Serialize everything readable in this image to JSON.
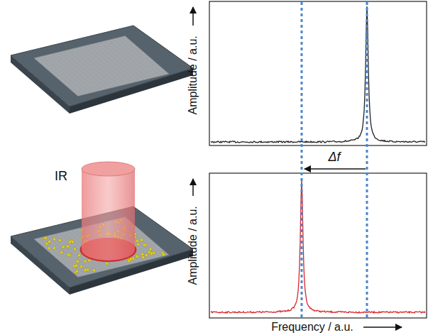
{
  "diagram": {
    "labels": [
      "IR",
      "Amplitude / a.u.",
      "Amplitude / a.u.",
      "Δf",
      "Frequency / a.u."
    ]
  }
}
